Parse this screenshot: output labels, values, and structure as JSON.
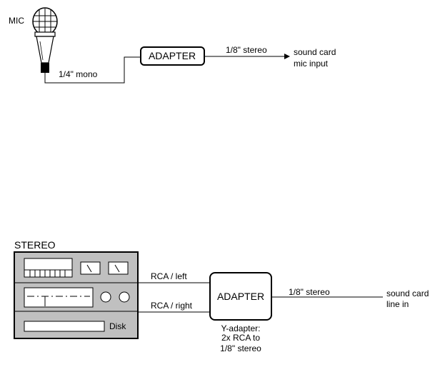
{
  "mic_section": {
    "device_label": "MIC",
    "cable_label": "1/4\" mono",
    "adapter_label": "ADAPTER",
    "output_cable_label": "1/8\" stereo",
    "destination_line1": "sound card",
    "destination_line2": "mic input"
  },
  "stereo_section": {
    "device_label": "STEREO",
    "disk_label": "Disk",
    "left_cable_label": "RCA / left",
    "right_cable_label": "RCA / right",
    "adapter_label": "ADAPTER",
    "adapter_caption_line1": "Y-adapter:",
    "adapter_caption_line2": "2x RCA to",
    "adapter_caption_line3": "1/8\" stereo",
    "output_cable_label": "1/8\" stereo",
    "destination_line1": "sound card",
    "destination_line2": "line in"
  },
  "colors": {
    "stroke": "#000000",
    "stereo_body": "#c0c0c0",
    "panel": "#ffffff"
  }
}
